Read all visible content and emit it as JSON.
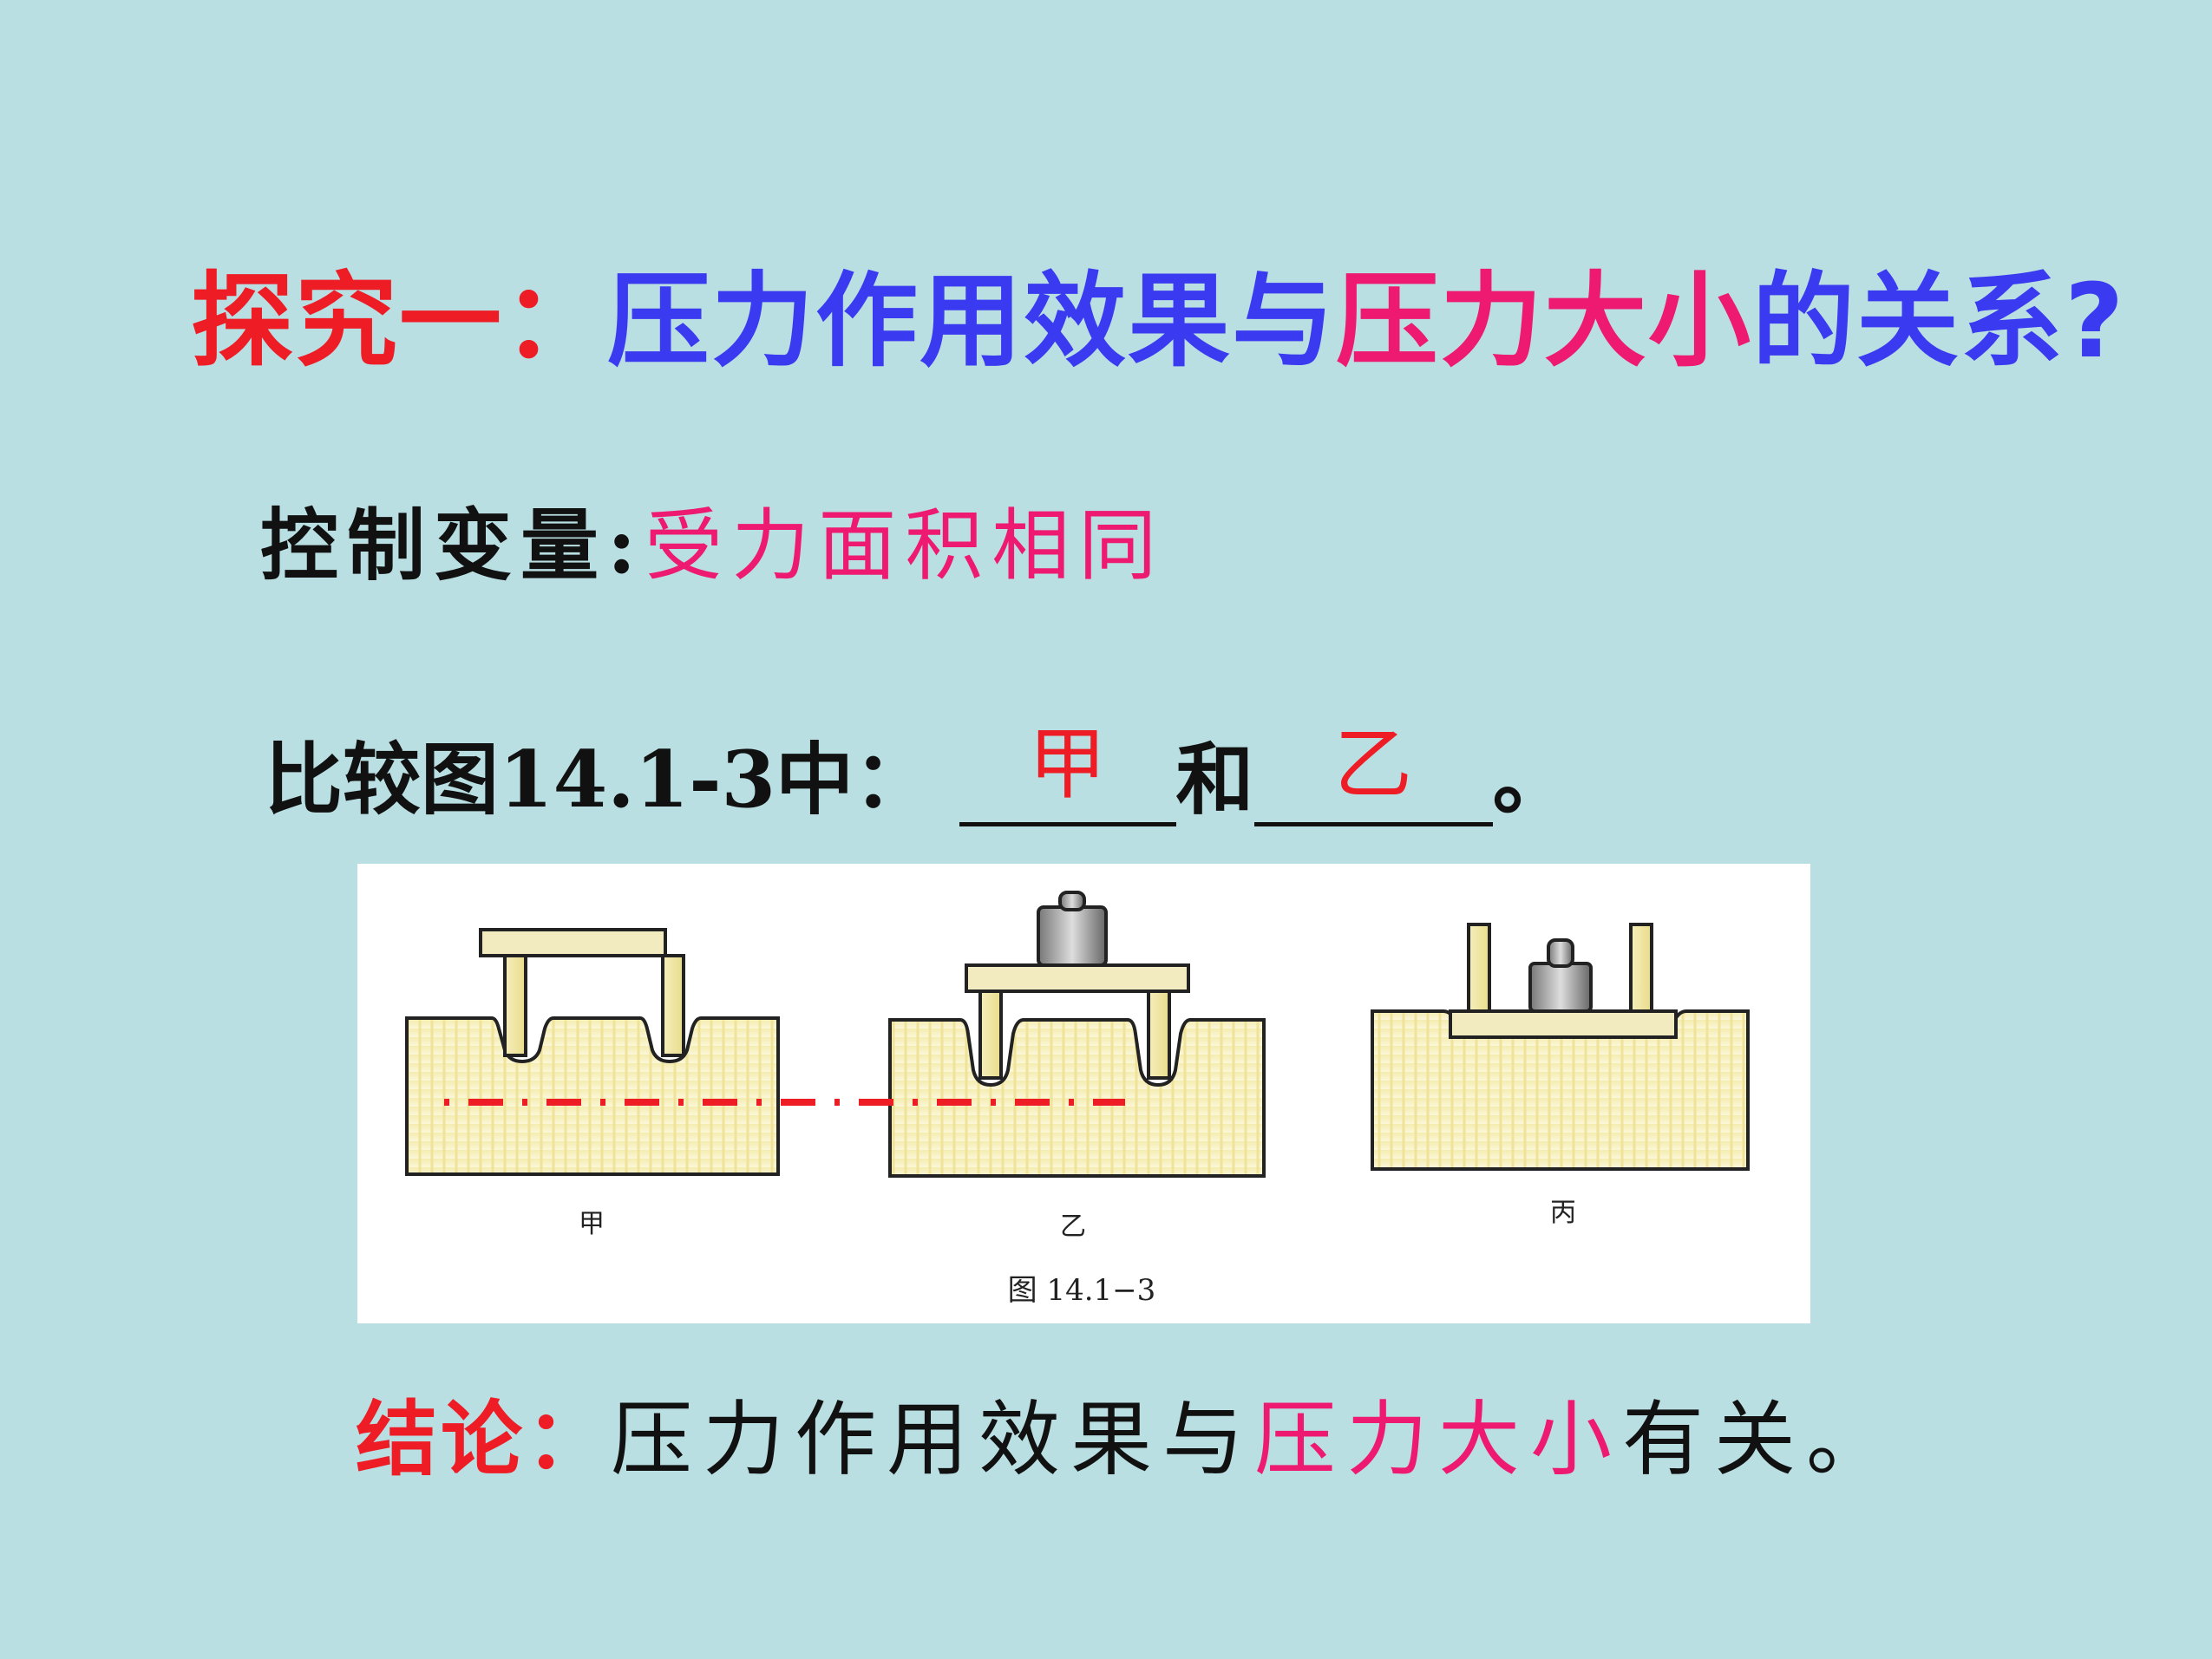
{
  "title": {
    "part1": "探究一：",
    "part2": "压力作用效果与",
    "part3": "压力大小",
    "part4": "的关系?"
  },
  "control": {
    "label": "控制变量:",
    "value": "受力面积相同"
  },
  "compare": {
    "prefix": "比较图14.1-3中：",
    "answer1": "甲",
    "middle": "和",
    "answer2": "乙",
    "suffix": "。"
  },
  "figure": {
    "labels": [
      "甲",
      "乙",
      "丙"
    ],
    "caption": "图 14.1−3"
  },
  "conclusion": {
    "lead": "结论：",
    "part1": "压力作用效果与",
    "part2": "压力大小",
    "part3": "有关。"
  },
  "colors": {
    "background": "#b9dfe3",
    "red": "#ee1c25",
    "blue": "#3a3af0",
    "pink": "#ee1a72"
  }
}
